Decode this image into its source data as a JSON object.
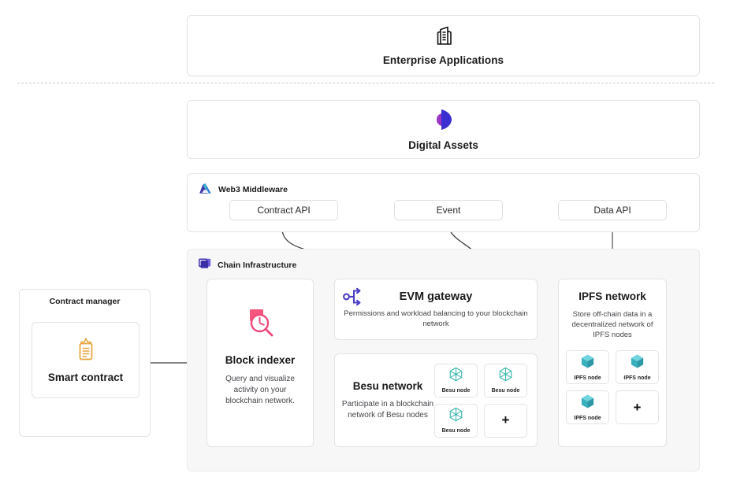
{
  "layers": {
    "enterprise": {
      "title": "Enterprise Applications",
      "icon": "building-icon"
    },
    "digital_assets": {
      "title": "Digital Assets",
      "icon": "crescent-logo-icon"
    },
    "web3_middleware": {
      "group_title": "Web3 Middleware",
      "icon": "triangle-drive-icon",
      "chips": [
        {
          "label": "Contract API"
        },
        {
          "label": "Event"
        },
        {
          "label": "Data API"
        }
      ]
    },
    "chain_infrastructure": {
      "group_title": "Chain Infrastructure",
      "icon": "overlapping-squares-icon",
      "block_indexer": {
        "title": "Block indexer",
        "description": "Query and visualize activity on your blockchain network.",
        "icon": "magnifier-block-icon"
      },
      "evm_gateway": {
        "title": "EVM gateway",
        "description": "Permissions and workload balancing to your blockchain network",
        "icon": "git-branch-icon"
      },
      "besu_network": {
        "title": "Besu network",
        "description": "Participate in a blockchain network of Besu nodes",
        "nodes": [
          {
            "label": "Besu node",
            "icon": "besu-hex-icon",
            "type": "node"
          },
          {
            "label": "Besu node",
            "icon": "besu-hex-icon",
            "type": "node"
          },
          {
            "label": "Besu node",
            "icon": "besu-hex-icon",
            "type": "node"
          },
          {
            "label": "+",
            "icon": "plus-icon",
            "type": "add"
          }
        ]
      },
      "ipfs_network": {
        "title": "IPFS network",
        "description": "Store off-chain data in a decentralized network of IPFS nodes",
        "nodes": [
          {
            "label": "IPFS node",
            "icon": "ipfs-cube-icon",
            "type": "node"
          },
          {
            "label": "IPFS node",
            "icon": "ipfs-cube-icon",
            "type": "node"
          },
          {
            "label": "IPFS node",
            "icon": "ipfs-cube-icon",
            "type": "node"
          },
          {
            "label": "+",
            "icon": "plus-icon",
            "type": "add"
          }
        ]
      }
    },
    "contract_manager": {
      "title": "Contract manager",
      "smart_contract": {
        "title": "Smart contract",
        "icon": "clipboard-star-icon"
      }
    }
  },
  "colors": {
    "purple": "#4b3fc4",
    "indigo": "#3d2fb8",
    "magenta": "#ef4a7b",
    "pink_light": "#f9819f",
    "teal": "#3fb9ae",
    "cyan": "#4cc4d4",
    "orange": "#e8a33d",
    "blue": "#2f7fd6",
    "panel_bg": "#f7f7f8",
    "card_border": "#e3e3e6",
    "arrow": "#3a3a3a"
  }
}
